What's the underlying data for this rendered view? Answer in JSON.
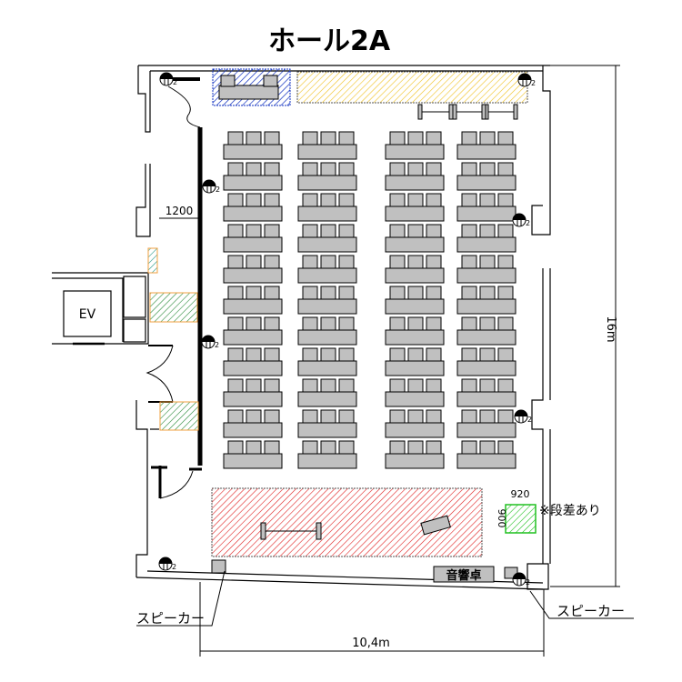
{
  "title": "ホール2A",
  "labels": {
    "ev": "EV",
    "corridor_width": "1200",
    "room_width": "10,4m",
    "room_length": "16m",
    "step_width": "920",
    "step_depth": "900",
    "step_note": "※段差あり",
    "sound_desk": "音響卓",
    "speaker_left": "スピーカー",
    "speaker_right": "スピーカー",
    "outlet_count": "2"
  },
  "seating": {
    "table_columns": 4,
    "table_rows": 11,
    "chairs_per_table": 3
  },
  "colors": {
    "stage_hatch": "#e02020",
    "lectern_hatch": "#1030c0",
    "storage_hatch": "#f0c020",
    "step_hatch": "#20c020",
    "door_area_hatch": "#2a8a3a",
    "door_area_border": "#f0a040",
    "furniture": "#c0c0c0"
  }
}
